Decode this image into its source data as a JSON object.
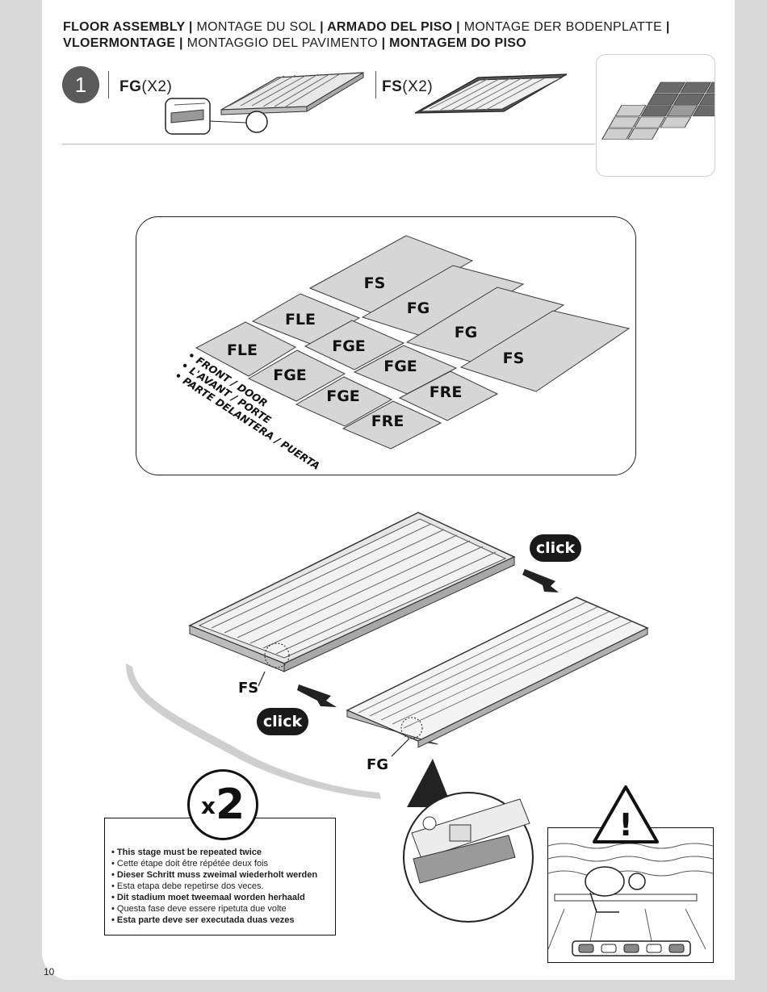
{
  "header": {
    "line1": [
      {
        "text": "FLOOR ASSEMBLY",
        "weight": "bold"
      },
      {
        "text": " | ",
        "weight": "sep"
      },
      {
        "text": "MONTAGE DU SOL",
        "weight": "light"
      },
      {
        "text": " | ",
        "weight": "sep"
      },
      {
        "text": "ARMADO DEL PISO",
        "weight": "bold"
      },
      {
        "text": " | ",
        "weight": "sep"
      },
      {
        "text": "MONTAGE DER BODENPLATTE",
        "weight": "light"
      },
      {
        "text": " |",
        "weight": "sep"
      }
    ],
    "line2": [
      {
        "text": "VLOERMONTAGE",
        "weight": "bold"
      },
      {
        "text": " | ",
        "weight": "sep"
      },
      {
        "text": "MONTAGGIO DEL PAVIMENTO",
        "weight": "light"
      },
      {
        "text": " | ",
        "weight": "sep"
      },
      {
        "text": "MONTAGEM DO PISO",
        "weight": "bold"
      }
    ]
  },
  "step": {
    "number": "1",
    "parts": [
      {
        "code": "FG",
        "qty": "(X2)"
      },
      {
        "code": "FS",
        "qty": "(X2)"
      }
    ]
  },
  "floor_plan": {
    "tiles": [
      "FS",
      "FG",
      "FG",
      "FS",
      "FLE",
      "FGE",
      "FGE",
      "FRE",
      "FLE",
      "FGE",
      "FGE",
      "FRE"
    ],
    "front_note": [
      "• FRONT / DOOR",
      "• L'AVANT / PORTE",
      "• PARTE DELANTERA / PUERTA"
    ]
  },
  "assembly": {
    "label_fs": "FS",
    "label_fg": "FG",
    "click_label": "click"
  },
  "repeat": {
    "multiplier_x": "x",
    "multiplier_n": "2",
    "notes": [
      {
        "text": "This stage must be repeated twice",
        "bold": true
      },
      {
        "text": "Cette étape doit être répétée deux fois",
        "bold": false
      },
      {
        "text": "Dieser Schritt muss zweimal wiederholt werden",
        "bold": true
      },
      {
        "text": "Esta etapa debe repetirse dos veces.",
        "bold": false
      },
      {
        "text": "Dit stadium moet tweemaal worden herhaald",
        "bold": true
      },
      {
        "text": "Questa fase deve essere ripetuta due volte",
        "bold": false
      },
      {
        "text": "Esta parte deve ser executada duas vezes",
        "bold": true
      }
    ]
  },
  "caution": {
    "symbol": "!"
  },
  "page_number": "10",
  "colors": {
    "tile_fill": "#d6d6d6",
    "tile_stroke": "#3a3a3a",
    "badge": "#5a5a5a",
    "dark_tile": "#6a6a6a"
  }
}
